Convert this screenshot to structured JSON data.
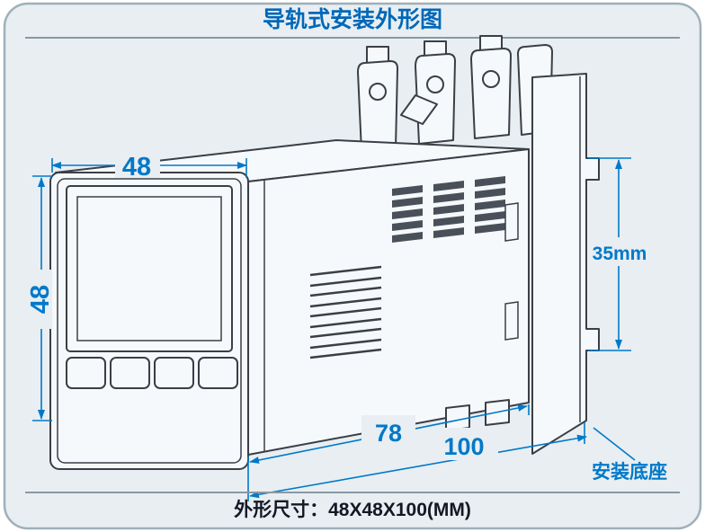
{
  "title": "导轨式安装外形图",
  "dimensions": {
    "panel_width": "48",
    "panel_height": "48",
    "body_depth": "78",
    "total_depth": "100",
    "rail_height": "35mm"
  },
  "labels": {
    "mounting_base": "安装底座",
    "overall_size": "外形尺寸：48X48X100(MM)"
  },
  "colors": {
    "dimension_blue": "#0079c8",
    "title_blue": "#0068b8",
    "outline_gray": "#3a3f47",
    "panel_background": "#e8eef2",
    "frame_border": "#9fb0ba"
  }
}
